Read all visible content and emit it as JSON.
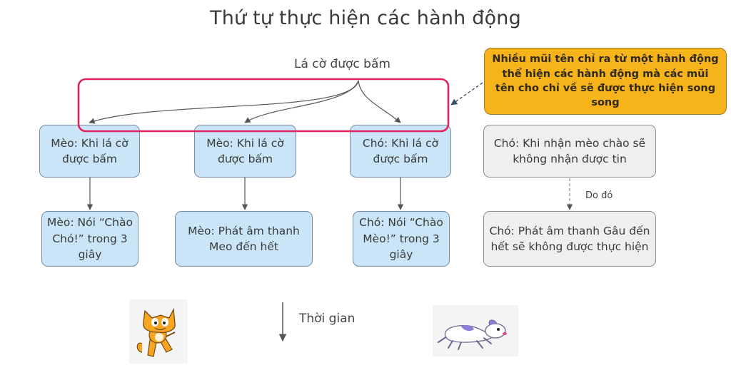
{
  "title": "Thứ tự thực hiện các hành động",
  "flag_label": "Lá cờ được bấm",
  "note": "Nhiều mũi tên chỉ ra từ một hành động thể hiện các hành động mà các mũi tên cho chỉ về sẽ được thực hiện song song",
  "columns": [
    {
      "event": "Mèo: Khi lá cờ được bấm",
      "action": "Mèo: Nói “Chào Chó!” trong 3 giây"
    },
    {
      "event": "Mèo: Khi lá cờ được bấm",
      "action": "Mèo: Phát âm thanh Meo đến hết"
    },
    {
      "event": "Chó: Khi lá cờ được bấm",
      "action": "Chó: Nói “Chào Mèo!” trong 3 giây"
    }
  ],
  "side": {
    "event": "Chó: Khi nhận mèo chào sẽ không nhận được tin",
    "link_label": "Do đó",
    "action": "Chó: Phát âm thanh Gâu đến hết sẽ không được thực hiện"
  },
  "time_label": "Thời gian",
  "sprites": {
    "cat": "scratch-cat-sprite",
    "dog": "dog-sprite"
  },
  "colors": {
    "event_box": "#c9e5f7",
    "inactive_box": "#efefef",
    "note": "#f7b31a",
    "highlight": "#e0245e"
  }
}
